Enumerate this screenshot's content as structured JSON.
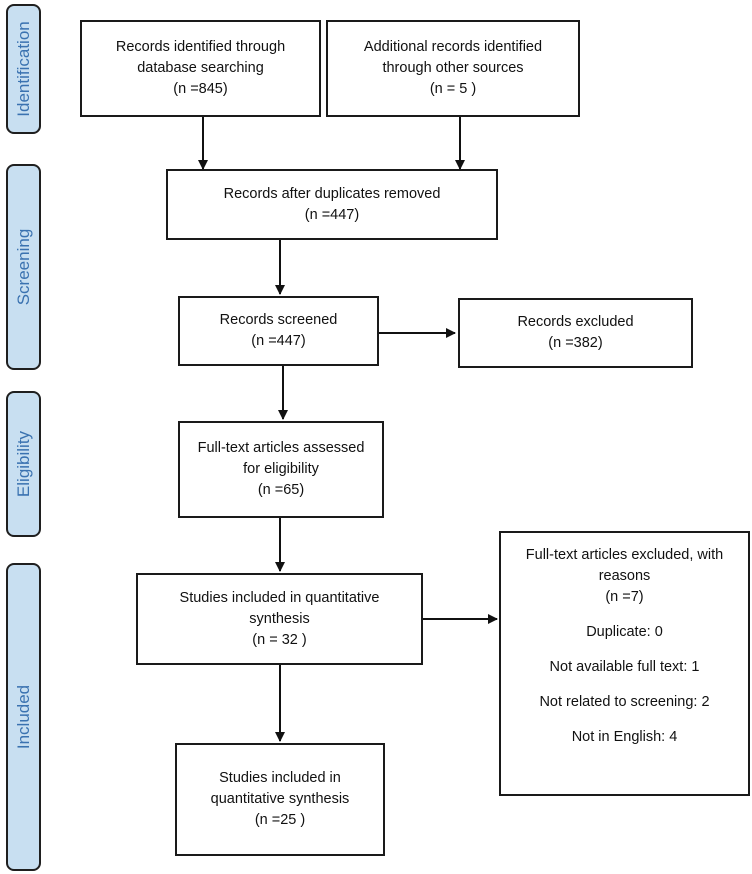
{
  "phases": {
    "identification": "Identification",
    "screening": "Screening",
    "eligibility": "Eligibility",
    "included": "Included"
  },
  "boxes": {
    "database": {
      "line1": "Records identified through",
      "line2": "database searching",
      "count": "(n =845)"
    },
    "other_sources": {
      "line1": "Additional records identified",
      "line2": "through other sources",
      "count": "(n = 5  )"
    },
    "after_duplicates": {
      "line1": "Records after duplicates removed",
      "count": "(n =447)"
    },
    "screened": {
      "line1": "Records screened",
      "count": "(n =447)"
    },
    "excluded": {
      "line1": "Records excluded",
      "count": "(n =382)"
    },
    "fulltext_assessed": {
      "line1": "Full-text articles assessed",
      "line2": "for eligibility",
      "count": "(n =65)"
    },
    "included_quant_1": {
      "line1": "Studies included in quantitative",
      "line2": "synthesis",
      "count": "(n = 32 )"
    },
    "fulltext_excluded": {
      "line1": "Full-text articles excluded, with",
      "line2": "reasons",
      "count": "(n =7)",
      "reasons": [
        "Duplicate: 0",
        "Not available full text: 1",
        "Not related to screening: 2",
        "Not in English: 4"
      ]
    },
    "included_quant_2": {
      "line1": "Studies included in",
      "line2": "quantitative synthesis",
      "count": "(n =25 )"
    }
  }
}
